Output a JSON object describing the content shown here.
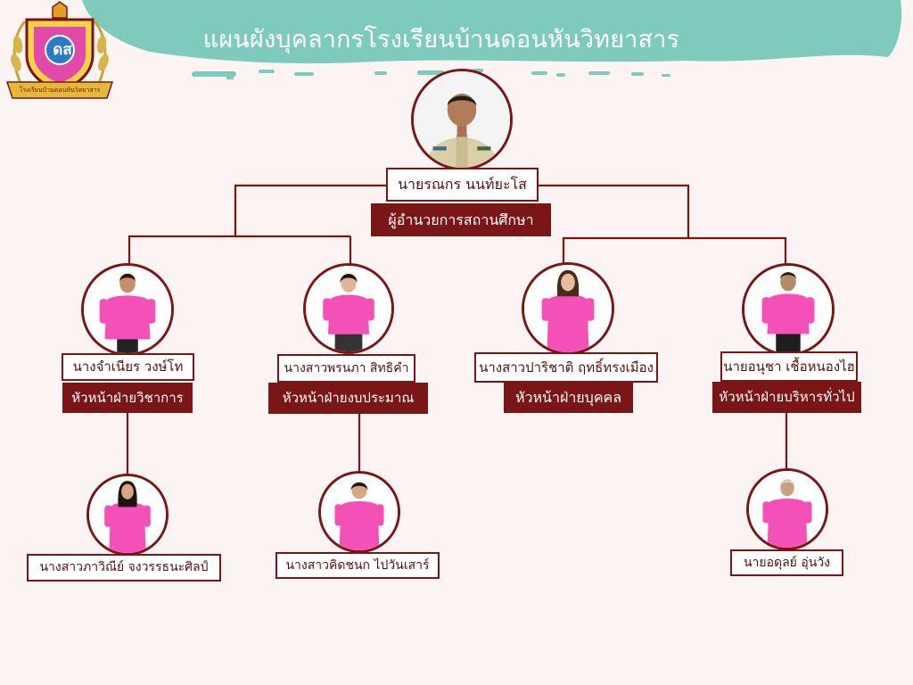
{
  "title": "แผนผังบุคลากรโรงเรียนบ้านดอนหันวิทยาสาร",
  "colors": {
    "banner": "#7ecbbd",
    "accent": "#7a1616",
    "background": "#fcf4f3",
    "uniform_pink": "#f451b8"
  },
  "logo": {
    "initials": "ดส",
    "ribbon_text": "โรงเรียนบ้านดอนหันวิทยาสาร"
  },
  "director": {
    "name": "นายรณกร นนท์ยะโส",
    "role": "ผู้อำนวยการสถานศึกษา"
  },
  "heads": [
    {
      "name": "นางจำเนียร วงษ์โท",
      "role": "หัวหน้าฝ่ายวิชาการ"
    },
    {
      "name": "นางสาวพรนภา สิทธิคำ",
      "role": "หัวหน้าฝ่ายงบประมาณ"
    },
    {
      "name": "นางสาวปาริชาติ ฤทธิ์ทรงเมือง",
      "role": "หัวหน้าฝ่ายบุคคล"
    },
    {
      "name": "นายอนุชา เชื้อหนองไฮ",
      "role": "หัวหน้าฝ่ายบริหารทั่วไป"
    }
  ],
  "staff": [
    {
      "name": "นางสาวภาวิณีย์ จงวรรธนะศิลป์"
    },
    {
      "name": "นางสาวคิดชนก ไปวันเสาร์"
    },
    {
      "name": "นายอดุลย์ อุ่นวัง"
    }
  ]
}
